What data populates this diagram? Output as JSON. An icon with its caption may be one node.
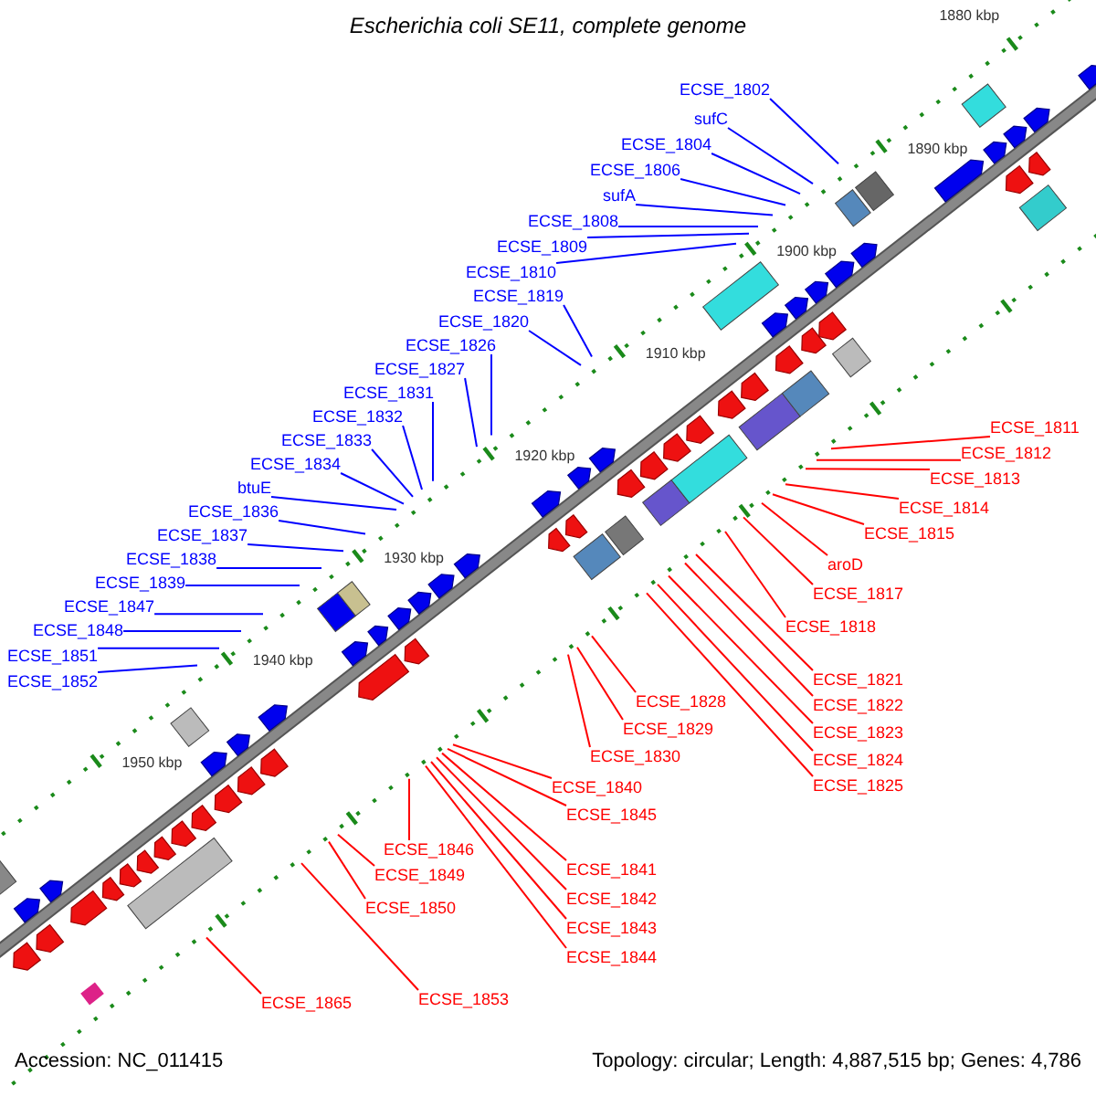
{
  "diagram": {
    "title": "Escherichia coli SE11, complete genome",
    "nodes": [
      {
        "text": [
          "ECSE_1802"
        ]
      },
      {
        "text": [
          "sufC"
        ]
      },
      {
        "text": [
          "ECSE_1804"
        ]
      },
      {
        "text": [
          "ECSE_1806"
        ]
      },
      {
        "text": [
          "sufA"
        ]
      },
      {
        "text": [
          "ECSE_1808"
        ]
      },
      {
        "text": [
          "ECSE_1809"
        ]
      },
      {
        "text": [
          "ECSE_1810"
        ]
      },
      {
        "text": [
          "ECSE_1819"
        ]
      },
      {
        "text": [
          "ECSE_1820"
        ]
      },
      {
        "text": [
          "ECSE_1826"
        ]
      },
      {
        "text": [
          "ECSE_1827"
        ]
      },
      {
        "text": [
          "ECSE_1831"
        ]
      },
      {
        "text": [
          "ECSE_1832"
        ]
      },
      {
        "text": [
          "ECSE_1833"
        ]
      },
      {
        "text": [
          "ECSE_1834"
        ]
      },
      {
        "text": [
          "btuE"
        ]
      },
      {
        "text": [
          "ECSE_1836"
        ]
      },
      {
        "text": [
          "ECSE_1837"
        ]
      },
      {
        "text": [
          "ECSE_1838"
        ]
      },
      {
        "text": [
          "ECSE_1839"
        ]
      },
      {
        "text": [
          "ECSE_1847"
        ]
      },
      {
        "text": [
          "ECSE_1848"
        ]
      },
      {
        "text": [
          "ECSE_1851"
        ]
      },
      {
        "text": [
          "ECSE_1852"
        ]
      },
      {
        "text": [
          "ECSE_1811"
        ]
      },
      {
        "text": [
          "ECSE_1812"
        ]
      },
      {
        "text": [
          "ECSE_1813"
        ]
      },
      {
        "text": [
          "ECSE_1814"
        ]
      },
      {
        "text": [
          "ECSE_1815"
        ]
      },
      {
        "text": [
          "aroD"
        ]
      },
      {
        "text": [
          "ECSE_1817"
        ]
      },
      {
        "text": [
          "ECSE_1818"
        ]
      },
      {
        "text": [
          "ECSE_1821"
        ]
      },
      {
        "text": [
          "ECSE_1822"
        ]
      },
      {
        "text": [
          "ECSE_1823"
        ]
      },
      {
        "text": [
          "ECSE_1824"
        ]
      },
      {
        "text": [
          "ECSE_1825"
        ]
      },
      {
        "text": [
          "ECSE_1828"
        ]
      },
      {
        "text": [
          "ECSE_1829"
        ]
      },
      {
        "text": [
          "ECSE_1830"
        ]
      },
      {
        "text": [
          "ECSE_1840"
        ]
      },
      {
        "text": [
          "ECSE_1845"
        ]
      },
      {
        "text": [
          "ECSE_1846"
        ]
      },
      {
        "text": [
          "ECSE_1841"
        ]
      },
      {
        "text": [
          "ECSE_1842"
        ]
      },
      {
        "text": [
          "ECSE_1849"
        ]
      },
      {
        "text": [
          "ECSE_1850"
        ]
      },
      {
        "text": [
          "ECSE_1843"
        ]
      },
      {
        "text": [
          "ECSE_1844"
        ]
      },
      {
        "text": [
          "ECSE_1853"
        ]
      },
      {
        "text": [
          "ECSE_1865"
        ]
      }
    ],
    "edges": [
      {
        "from": 0,
        "to": null,
        "arrow": "none",
        "color": "#0000ff"
      },
      {
        "from": 1,
        "to": null,
        "arrow": "none",
        "color": "#0000ff"
      },
      {
        "from": 2,
        "to": null,
        "arrow": "none",
        "color": "#0000ff"
      },
      {
        "from": 3,
        "to": null,
        "arrow": "none",
        "color": "#0000ff"
      },
      {
        "from": 4,
        "to": null,
        "arrow": "none",
        "color": "#0000ff"
      },
      {
        "from": 5,
        "to": null,
        "arrow": "none",
        "color": "#0000ff"
      },
      {
        "from": 6,
        "to": null,
        "arrow": "none",
        "color": "#0000ff"
      },
      {
        "from": 7,
        "to": null,
        "arrow": "none",
        "color": "#0000ff"
      },
      {
        "from": 8,
        "to": null,
        "arrow": "none",
        "color": "#0000ff"
      },
      {
        "from": 9,
        "to": null,
        "arrow": "none",
        "color": "#0000ff"
      },
      {
        "from": 10,
        "to": null,
        "arrow": "none",
        "color": "#0000ff"
      },
      {
        "from": 11,
        "to": null,
        "arrow": "none",
        "color": "#0000ff"
      },
      {
        "from": 12,
        "to": null,
        "arrow": "none",
        "color": "#0000ff"
      },
      {
        "from": 13,
        "to": null,
        "arrow": "none",
        "color": "#0000ff"
      },
      {
        "from": 14,
        "to": null,
        "arrow": "none",
        "color": "#0000ff"
      },
      {
        "from": 15,
        "to": null,
        "arrow": "none",
        "color": "#0000ff"
      },
      {
        "from": 16,
        "to": null,
        "arrow": "none",
        "color": "#0000ff"
      },
      {
        "from": 17,
        "to": null,
        "arrow": "none",
        "color": "#0000ff"
      },
      {
        "from": 18,
        "to": null,
        "arrow": "none",
        "color": "#0000ff"
      },
      {
        "from": 19,
        "to": null,
        "arrow": "none",
        "color": "#0000ff"
      },
      {
        "from": 20,
        "to": null,
        "arrow": "none",
        "color": "#0000ff"
      },
      {
        "from": 21,
        "to": null,
        "arrow": "none",
        "color": "#0000ff"
      },
      {
        "from": 22,
        "to": null,
        "arrow": "none",
        "color": "#0000ff"
      },
      {
        "from": 23,
        "to": null,
        "arrow": "none",
        "color": "#0000ff"
      },
      {
        "from": 24,
        "to": null,
        "arrow": "none",
        "color": "#0000ff"
      },
      {
        "from": 25,
        "to": null,
        "arrow": "none"
      },
      {
        "from": 26,
        "to": null,
        "arrow": "none"
      },
      {
        "from": 27,
        "to": null,
        "arrow": "none"
      },
      {
        "from": 28,
        "to": null,
        "arrow": "none"
      },
      {
        "from": 29,
        "to": null,
        "arrow": "none"
      },
      {
        "from": 30,
        "to": null,
        "arrow": "none"
      },
      {
        "from": 31,
        "to": null,
        "arrow": "none"
      },
      {
        "from": 32,
        "to": null,
        "arrow": "none"
      },
      {
        "from": 33,
        "to": null,
        "arrow": "none"
      },
      {
        "from": 34,
        "to": null,
        "arrow": "none"
      },
      {
        "from": 35,
        "to": null,
        "arrow": "none"
      },
      {
        "from": 36,
        "to": null,
        "arrow": "none"
      },
      {
        "from": 37,
        "to": null,
        "arrow": "none"
      },
      {
        "from": 38,
        "to": null,
        "arrow": "none"
      },
      {
        "from": 39,
        "to": null,
        "arrow": "none"
      },
      {
        "from": 40,
        "to": null,
        "arrow": "none"
      },
      {
        "from": 41,
        "to": null,
        "arrow": "none"
      },
      {
        "from": 42,
        "to": null,
        "arrow": "none"
      },
      {
        "from": 43,
        "to": null,
        "arrow": "none"
      },
      {
        "from": 44,
        "to": null,
        "arrow": "none"
      },
      {
        "from": 45,
        "to": null,
        "arrow": "none"
      },
      {
        "from": 46,
        "to": null,
        "arrow": "none"
      },
      {
        "from": 47,
        "to": null,
        "arrow": "none"
      },
      {
        "from": 48,
        "to": null,
        "arrow": "none"
      },
      {
        "from": 49,
        "to": null,
        "arrow": "none"
      },
      {
        "from": 50,
        "to": null,
        "arrow": "none"
      },
      {
        "from": 51,
        "to": null,
        "arrow": "none"
      }
    ],
    "labels": [
      "1880 kbp",
      "1890 kbp",
      "1900 kbp",
      "1910 kbp",
      "1920 kbp",
      "1930 kbp",
      "1940 kbp",
      "1950 kbp",
      "Accession: NC_011415",
      "Topology: circular; Length: 4,887,515 bp; Genes: 4,786"
    ]
  }
}
